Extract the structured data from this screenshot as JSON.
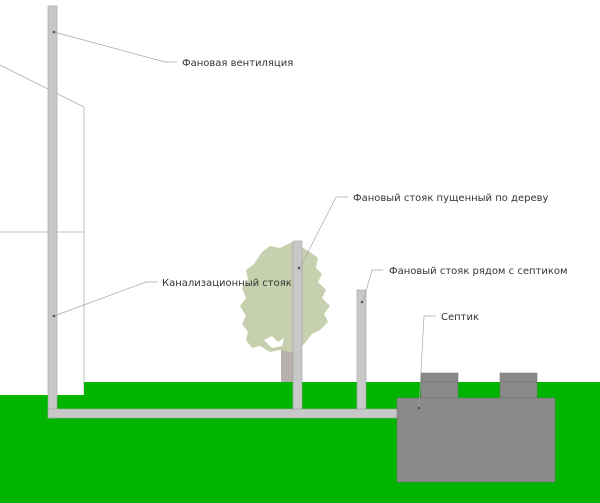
{
  "labels": {
    "vent": "Фановая вентиляция",
    "riser": "Канализационный стояк",
    "tree_riser": "Фановый стояк пущенный по дереву",
    "septic_riser": "Фановый стояк рядом с септиком",
    "septic": "Септик"
  },
  "colors": {
    "ground": "#00b400",
    "pipe": "#c8c8c8",
    "pipe_stroke": "#a0a0a0",
    "septic": "#8a8a8a",
    "tree": "#c6d0ae",
    "trunk": "#b4b4b4",
    "leader": "#a8a8a8",
    "house_line": "#b0b0b0"
  }
}
